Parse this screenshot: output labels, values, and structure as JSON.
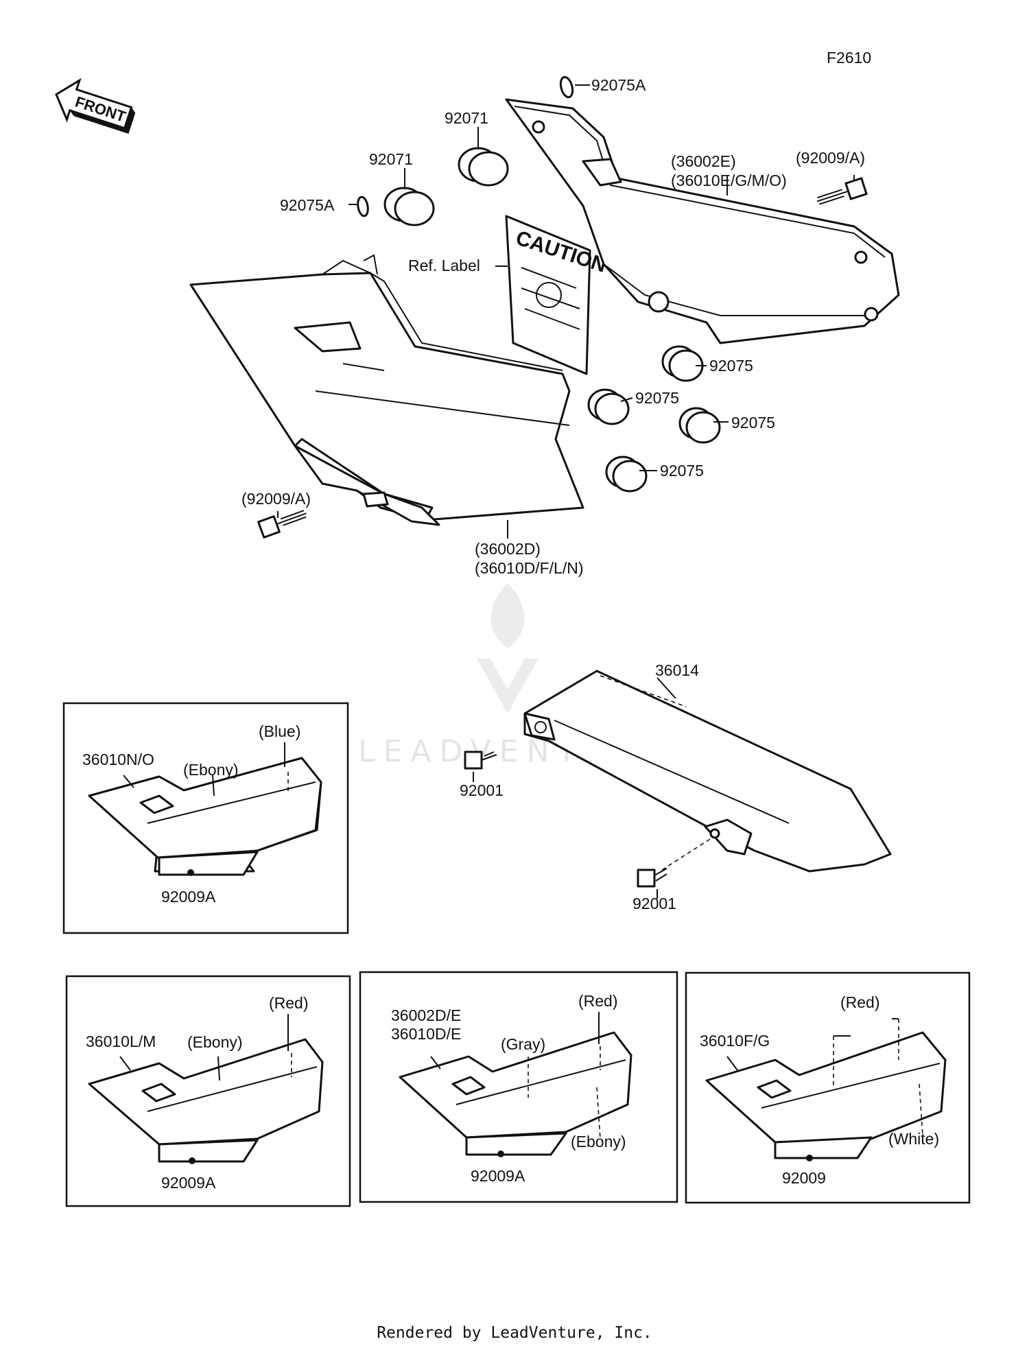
{
  "diagram_id": "F2610",
  "front_label": "FRONT",
  "watermark": "LEADVENTURE",
  "footer": "Rendered by LeadVenture, Inc.",
  "callouts": {
    "c_92075A_top": "92075A",
    "c_92071_a": "92071",
    "c_92071_b": "92071",
    "c_92075A_left": "92075A",
    "c_ref_label": "Ref. Label",
    "c_caution": "CAUTION",
    "c_36002E": "(36002E)",
    "c_36010EGMO": "(36010E/G/M/O)",
    "c_92009A_right": "(92009/A)",
    "c_92075_1": "92075",
    "c_92075_2": "92075",
    "c_92075_3": "92075",
    "c_92075_4": "92075",
    "c_92009A_left": "(92009/A)",
    "c_36002D": "(36002D)",
    "c_36010DFLN": "(36010D/F/L/N)",
    "c_36014": "36014",
    "c_92001_a": "92001",
    "c_92001_b": "92001"
  },
  "insets": {
    "no": {
      "part": "36010N/O",
      "colors": [
        "(Blue)",
        "(Ebony)"
      ],
      "bolt": "92009A"
    },
    "lm": {
      "part": "36010L/M",
      "colors": [
        "(Red)",
        "(Ebony)"
      ],
      "bolt": "92009A"
    },
    "de": {
      "part_lines": [
        "36002D/E",
        "36010D/E"
      ],
      "colors": [
        "(Red)",
        "(Gray)",
        "(Ebony)"
      ],
      "bolt": "92009A"
    },
    "fg": {
      "part": "36010F/G",
      "colors": [
        "(Red)",
        "(White)"
      ],
      "bolt": "92009"
    }
  }
}
